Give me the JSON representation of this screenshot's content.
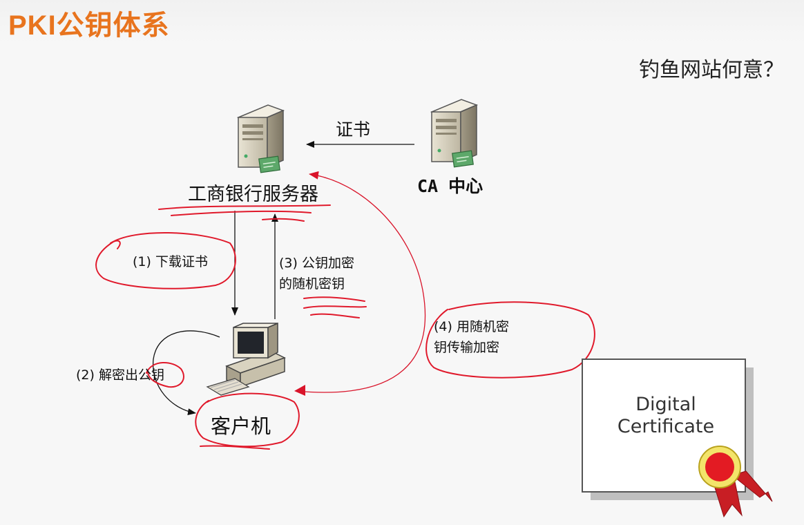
{
  "slide": {
    "title": "PKI公钥体系",
    "question": "钓鱼网站何意？"
  },
  "nodes": {
    "bank_server": "工商银行服务器",
    "ca_center": "CA 中心",
    "client": "客户机"
  },
  "edges": {
    "certificate": "证书",
    "step1": "(1) 下载证书",
    "step2": "(2) 解密出公钥",
    "step3_line1": "(3) 公钥加密",
    "step3_line2": "的随机密钥",
    "step4_line1": "(4) 用随机密",
    "step4_line2": "钥传输加密"
  },
  "certificate_card": {
    "line1": "Digital",
    "line2": "Certificate"
  },
  "colors": {
    "title": "#e8741e",
    "annotation": "#e0192b",
    "seal": "#e31b23"
  }
}
